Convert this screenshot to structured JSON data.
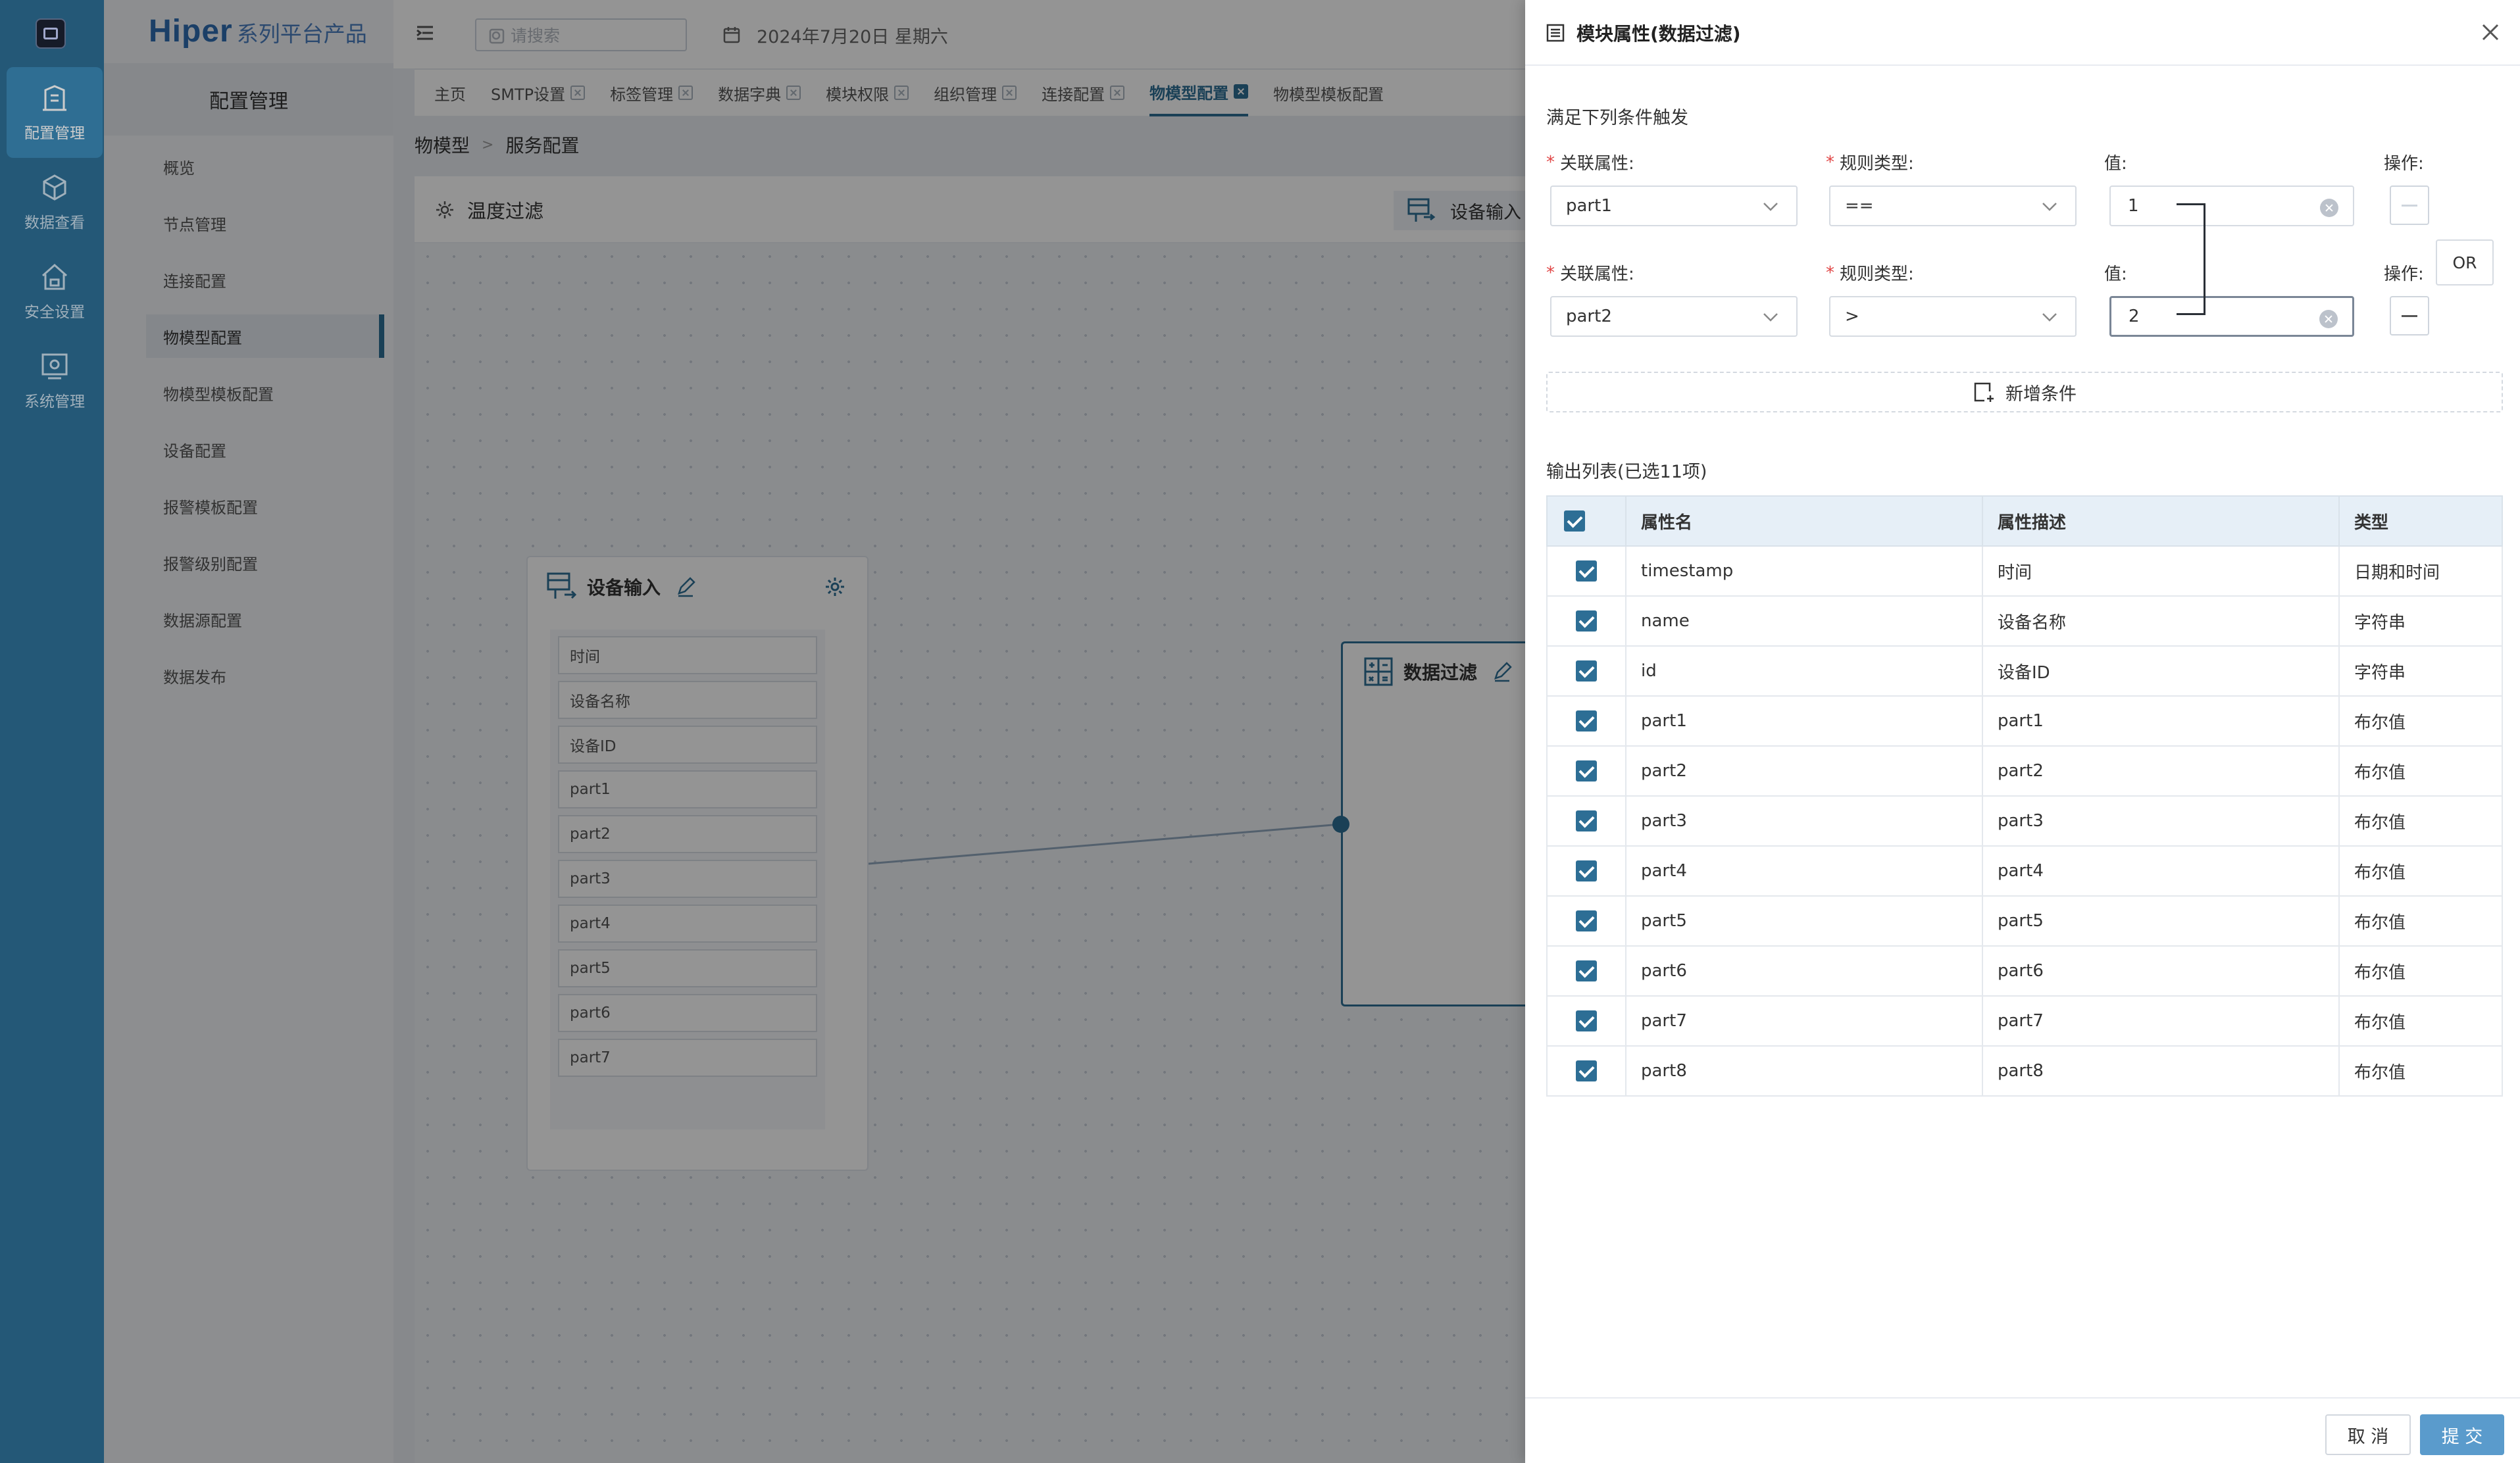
{
  "brand": {
    "name": "Hiper",
    "suffix": "系列平台产品"
  },
  "rail": [
    {
      "label": "配置管理",
      "icon": "building-icon",
      "active": true
    },
    {
      "label": "数据查看",
      "icon": "cube-icon"
    },
    {
      "label": "安全设置",
      "icon": "home-lock-icon"
    },
    {
      "label": "系统管理",
      "icon": "system-gear-icon"
    }
  ],
  "nav": {
    "title": "配置管理",
    "items": [
      "概览",
      "节点管理",
      "连接配置",
      "物模型配置",
      "物模型模板配置",
      "设备配置",
      "报警模板配置",
      "报警级别配置",
      "数据源配置",
      "数据发布"
    ],
    "active_index": 3
  },
  "topbar": {
    "search_placeholder": "请搜索",
    "date": "2024年7月20日 星期六"
  },
  "tabs": [
    "主页",
    "SMTP设置",
    "标签管理",
    "数据字典",
    "模块权限",
    "组织管理",
    "连接配置",
    "物模型配置",
    "物模型模板配置"
  ],
  "active_tab": "物模型配置",
  "breadcrumb": {
    "root": "物模型",
    "sep": ">",
    "current": "服务配置"
  },
  "panel": {
    "title": "温度过滤",
    "device_input_chip": "设备输入"
  },
  "nodes": {
    "input": {
      "title": "设备输入",
      "fields": [
        "时间",
        "设备名称",
        "设备ID",
        "part1",
        "part2",
        "part3",
        "part4",
        "part5",
        "part6",
        "part7"
      ]
    },
    "filter": {
      "title": "数据过滤"
    }
  },
  "drawer": {
    "title": "模块属性(数据过滤)",
    "trigger_label": "满足下列条件触发",
    "labels": {
      "attr": "关联属性:",
      "rule": "规则类型:",
      "value": "值:",
      "op": "操作:"
    },
    "conditions": [
      {
        "attr": "part1",
        "rule": "==",
        "value": "1"
      },
      {
        "attr": "part2",
        "rule": ">",
        "value": "2"
      }
    ],
    "logic": "OR",
    "add_condition": "新增条件",
    "output_label": "输出列表(已选11项)",
    "table": {
      "headers": [
        "属性名",
        "属性描述",
        "类型"
      ],
      "rows": [
        [
          "timestamp",
          "时间",
          "日期和时间"
        ],
        [
          "name",
          "设备名称",
          "字符串"
        ],
        [
          "id",
          "设备ID",
          "字符串"
        ],
        [
          "part1",
          "part1",
          "布尔值"
        ],
        [
          "part2",
          "part2",
          "布尔值"
        ],
        [
          "part3",
          "part3",
          "布尔值"
        ],
        [
          "part4",
          "part4",
          "布尔值"
        ],
        [
          "part5",
          "part5",
          "布尔值"
        ],
        [
          "part6",
          "part6",
          "布尔值"
        ],
        [
          "part7",
          "part7",
          "布尔值"
        ],
        [
          "part8",
          "part8",
          "布尔值"
        ]
      ]
    },
    "cancel": "取 消",
    "submit": "提 交"
  },
  "colors": {
    "primary": "#2d6e95",
    "submit": "#5a9bcc",
    "required": "#e04545"
  }
}
